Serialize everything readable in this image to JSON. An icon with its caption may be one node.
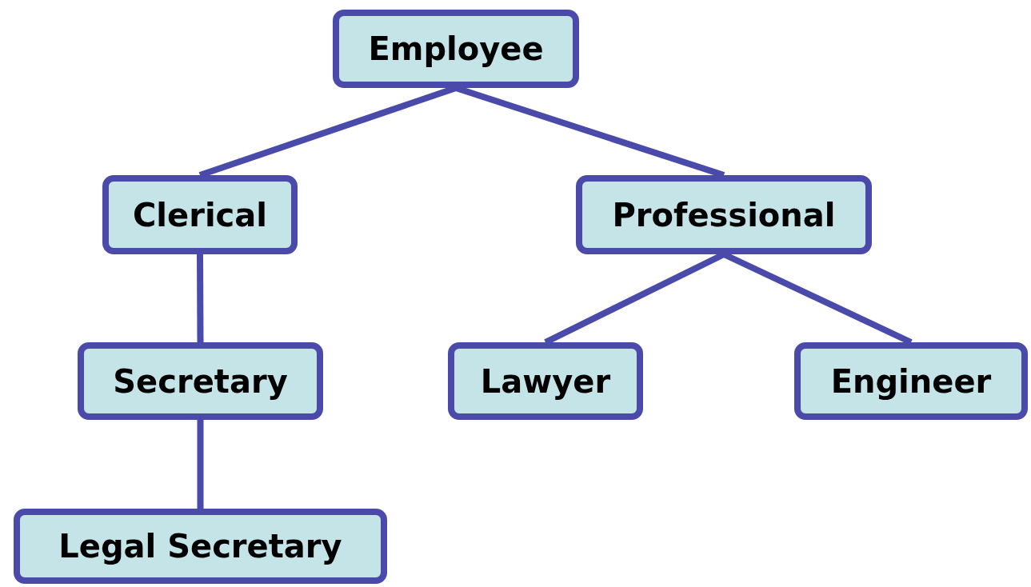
{
  "diagram": {
    "nodes": [
      {
        "text": [
          "Employee"
        ]
      },
      {
        "text": [
          "Clerical"
        ]
      },
      {
        "text": [
          "Professional"
        ]
      },
      {
        "text": [
          "Secretary"
        ]
      },
      {
        "text": [
          "Lawyer"
        ]
      },
      {
        "text": [
          "Engineer"
        ]
      },
      {
        "text": [
          "Legal Secretary"
        ]
      }
    ],
    "edges": [
      {
        "from": 0,
        "to": 1,
        "arrow": "none"
      },
      {
        "from": 0,
        "to": 2,
        "arrow": "none"
      },
      {
        "from": 1,
        "to": 3,
        "arrow": "none"
      },
      {
        "from": 2,
        "to": 4,
        "arrow": "none"
      },
      {
        "from": 2,
        "to": 5,
        "arrow": "none"
      },
      {
        "from": 3,
        "to": 6,
        "arrow": "none"
      }
    ]
  }
}
